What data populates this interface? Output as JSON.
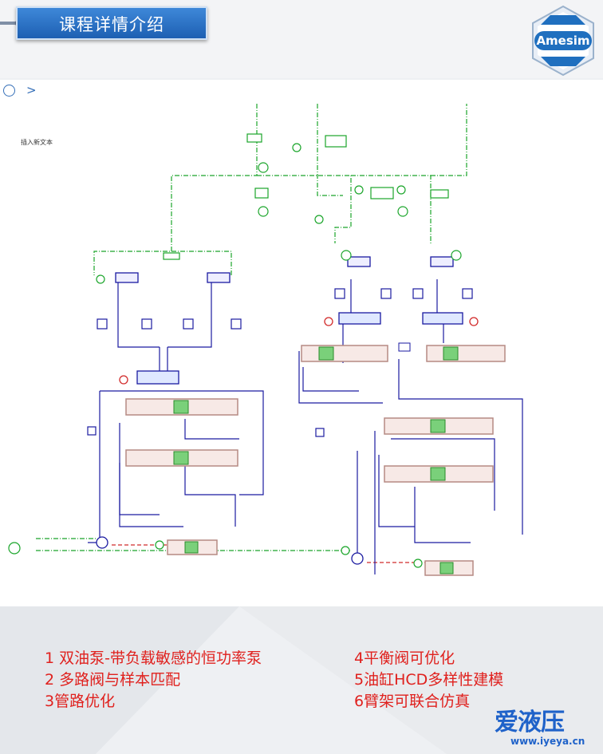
{
  "header": {
    "title": "课程详情介绍"
  },
  "logo": {
    "text": "Amesim",
    "icon": "amesim-logo-icon",
    "color": "#1f6fbf"
  },
  "canvas": {
    "note": "插入新文本",
    "nav_icon": "collapse-circle-icon",
    "nav_arrow": ">"
  },
  "points": {
    "left": [
      "1 双油泵-带负载敏感的恒功率泵",
      "2 多路阀与样本匹配",
      "3管路优化"
    ],
    "right": [
      "4平衡阀可优化",
      "5油缸HCD多样性建模",
      "6臂架可联合仿真"
    ]
  },
  "watermark": {
    "brand": "爱液压",
    "url": "www.iyeya.cn"
  },
  "colors": {
    "pilot_line": "#1aa52a",
    "hydraulic_line": "#1a1aa0",
    "valve_block": "#b58a84",
    "accent_red": "#d12a2a",
    "title_blue": "#2a72c9"
  }
}
